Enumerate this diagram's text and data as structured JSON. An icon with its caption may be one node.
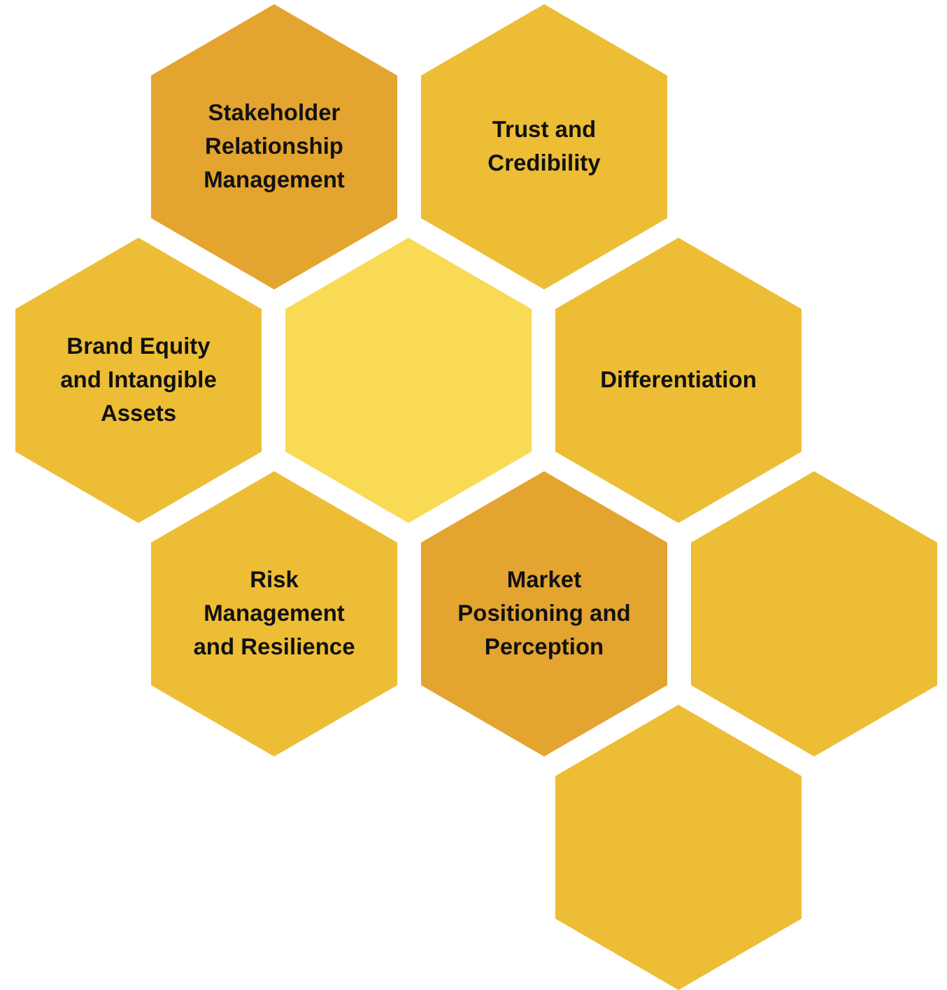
{
  "diagram": {
    "nodes": [
      {
        "text": [
          "Stakeholder Relationship Management"
        ]
      },
      {
        "text": [
          "Trust and Credibility"
        ]
      },
      {
        "text": [
          "Brand Equity and Intangible Assets"
        ]
      },
      {
        "text": [],
        "shape": "hexagon"
      },
      {
        "text": [
          "Differentiation"
        ]
      },
      {
        "text": [
          "Risk Management and Resilience"
        ]
      },
      {
        "text": [
          "Market Positioning and Perception"
        ]
      },
      {
        "text": [],
        "shape": "hexagon"
      },
      {
        "text": [],
        "shape": "hexagon"
      }
    ]
  }
}
